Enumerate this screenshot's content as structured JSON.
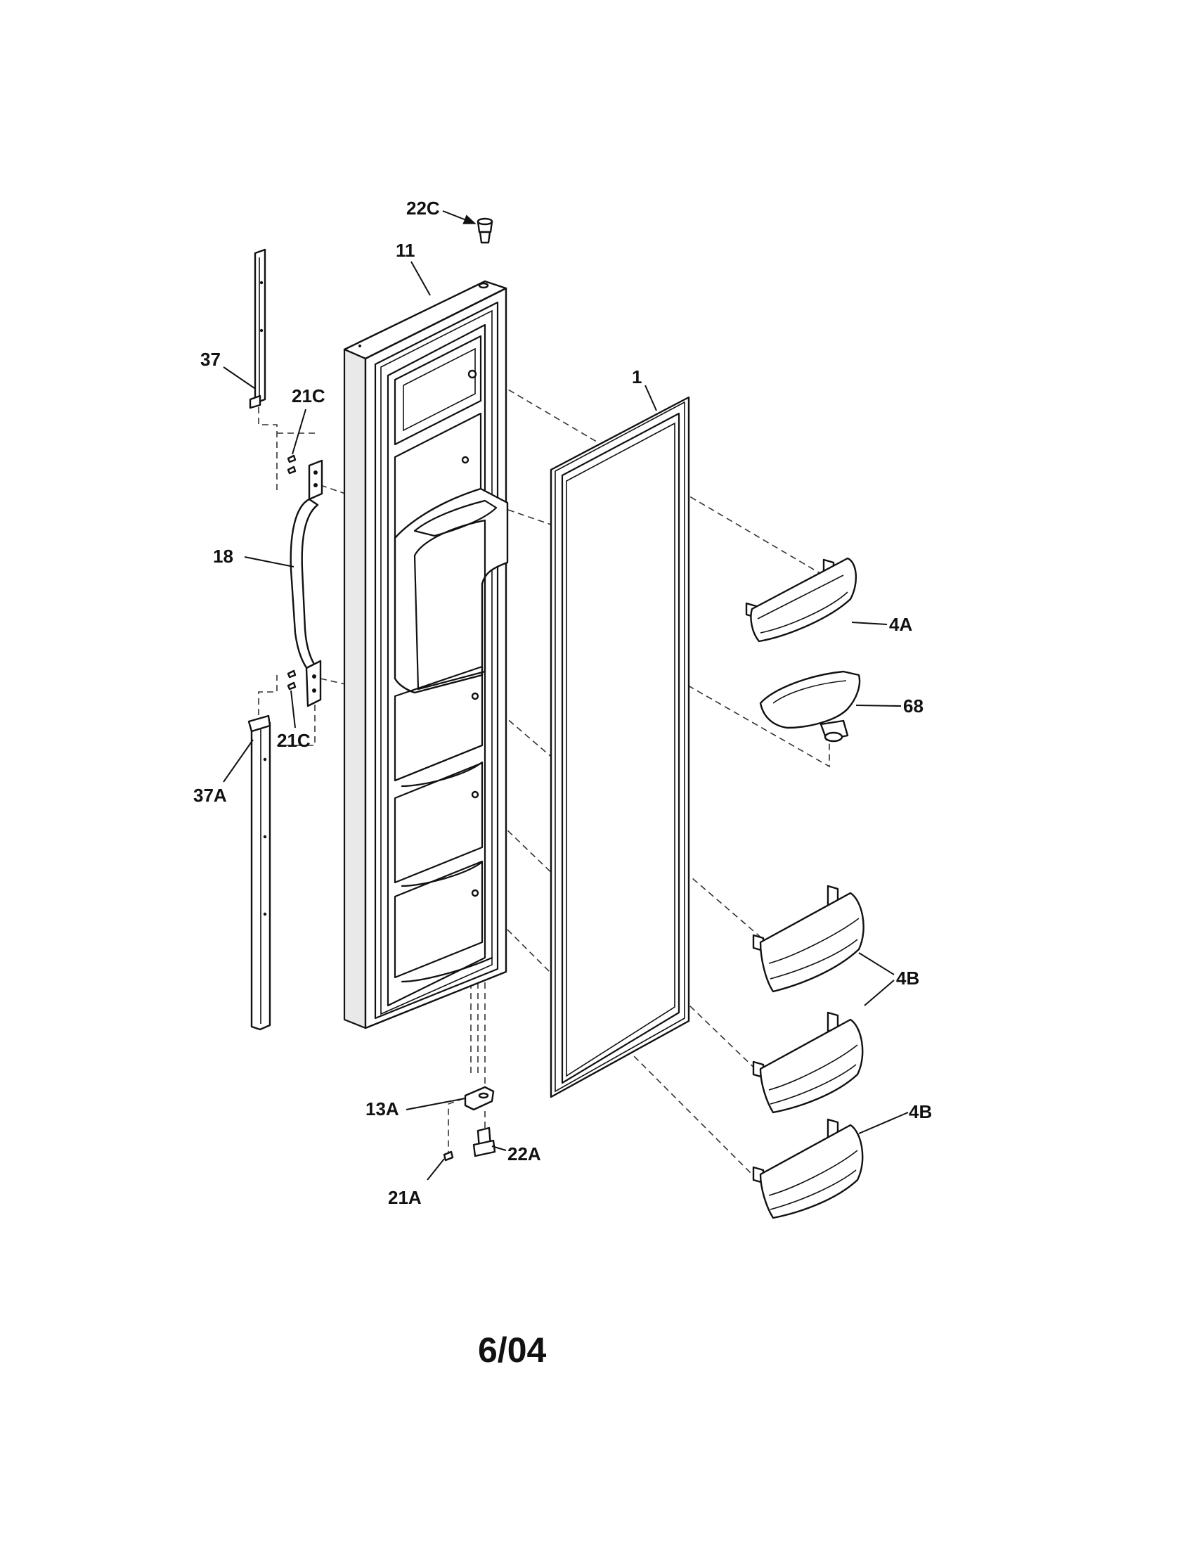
{
  "diagram": {
    "part_labels": {
      "p22c": "22C",
      "p11": "11",
      "p37": "37",
      "p21c_top": "21C",
      "p1": "1",
      "p18": "18",
      "p4a": "4A",
      "p68": "68",
      "p21c_bottom": "21C",
      "p37a": "37A",
      "p4b_group": "4B",
      "p4b_single": "4B",
      "p13a": "13A",
      "p22a": "22A",
      "p21a": "21A"
    },
    "date_code": "6/04"
  }
}
